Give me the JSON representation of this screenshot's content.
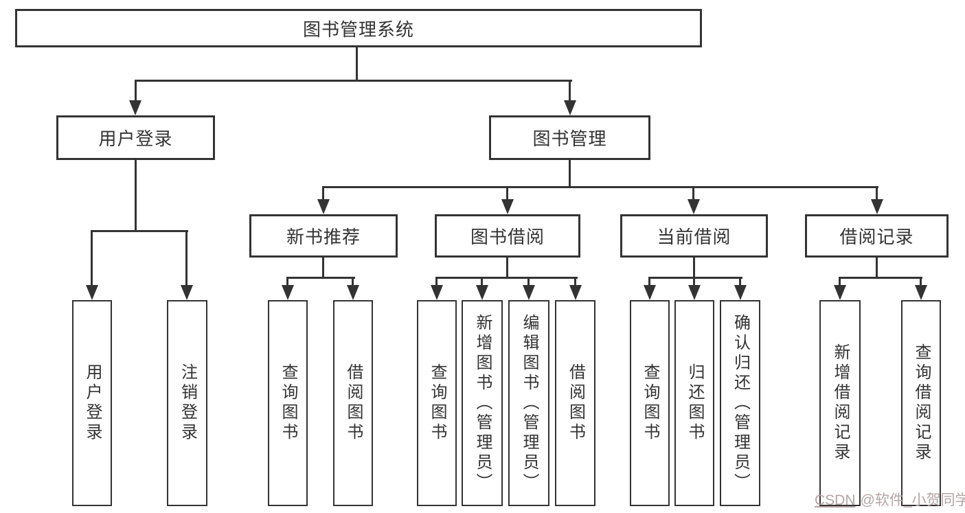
{
  "diagram_title": "图书管理系统",
  "tree": {
    "label": "图书管理系统",
    "children": [
      {
        "label": "用户登录",
        "children": [
          {
            "label": "用户登录"
          },
          {
            "label": "注销登录"
          }
        ]
      },
      {
        "label": "图书管理",
        "children": [
          {
            "label": "新书推荐",
            "children": [
              {
                "label": "查询图书"
              },
              {
                "label": "借阅图书"
              }
            ]
          },
          {
            "label": "图书借阅",
            "children": [
              {
                "label": "查询图书"
              },
              {
                "label": "新增图书（管理员）"
              },
              {
                "label": "编辑图书（管理员）"
              },
              {
                "label": "借阅图书"
              }
            ]
          },
          {
            "label": "当前借阅",
            "children": [
              {
                "label": "查询图书"
              },
              {
                "label": "归还图书"
              },
              {
                "label": "确认归还（管理员）"
              }
            ]
          },
          {
            "label": "借阅记录",
            "children": [
              {
                "label": "新增借阅记录"
              },
              {
                "label": "查询借阅记录"
              }
            ]
          }
        ]
      }
    ]
  },
  "watermark": {
    "prefix": "CSDN",
    "handle": "@软件_小贺同学",
    "color": "#b5a5a5"
  },
  "colors": {
    "background": "#ffffff",
    "line": "#333333",
    "text": "#333333"
  }
}
